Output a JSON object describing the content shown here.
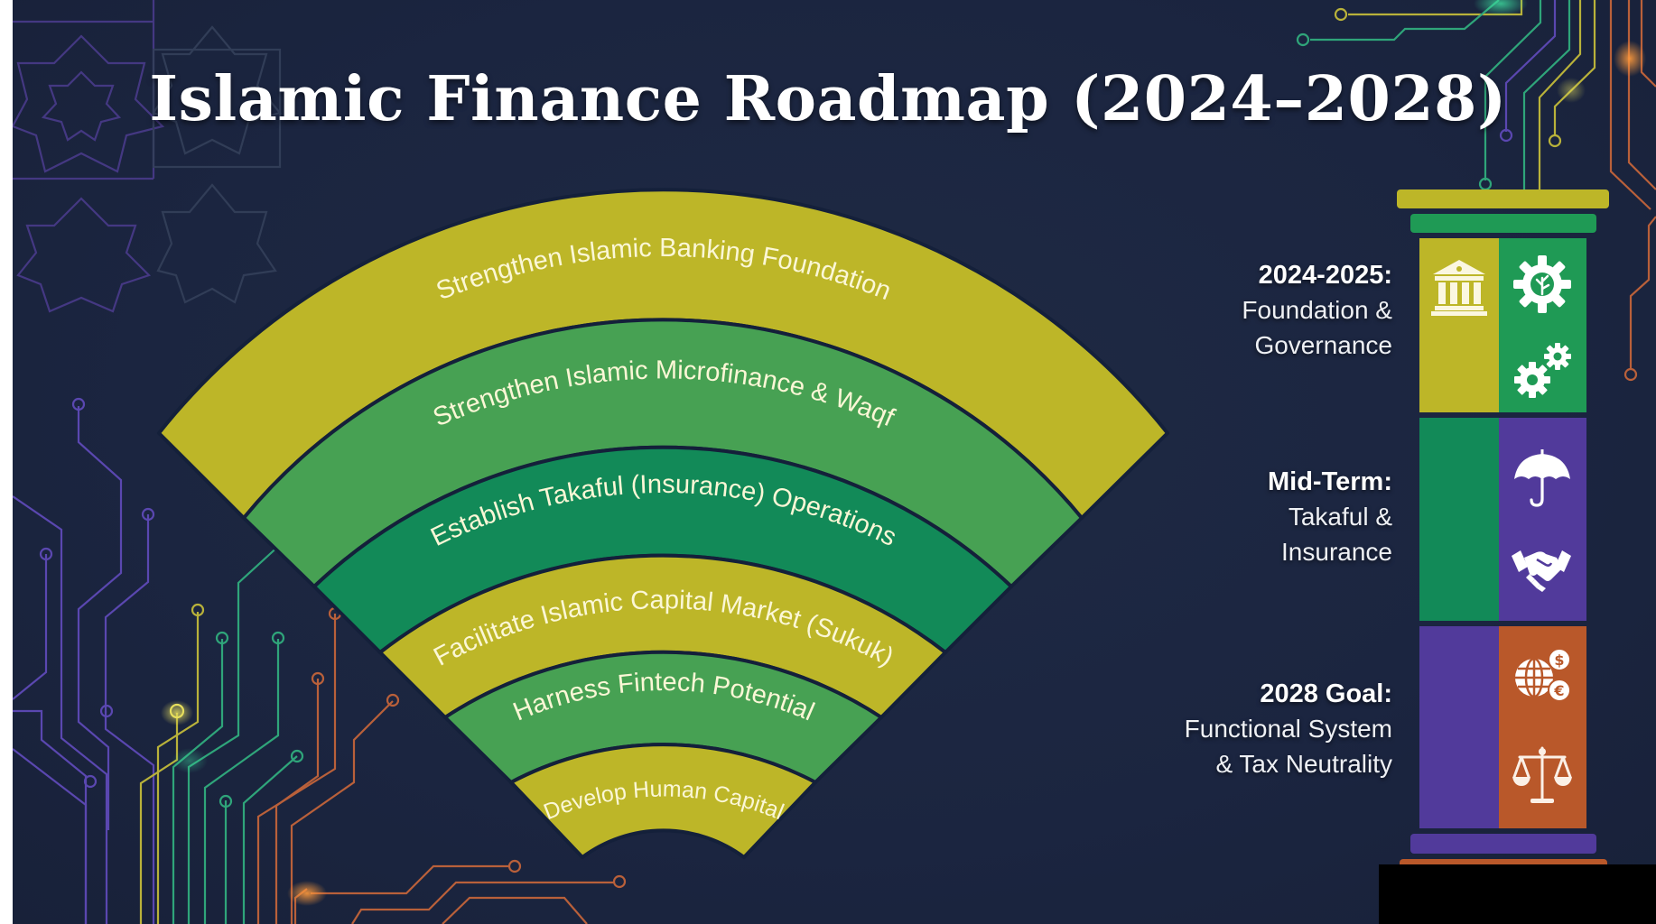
{
  "title": "Islamic Finance Roadmap (2024–2028)",
  "colors": {
    "background": "#1c2641",
    "olive": "#bdb628",
    "light_green": "#47a153",
    "dark_green": "#128a58",
    "purple": "#513a9b",
    "orange": "#b9582a"
  },
  "fan": {
    "bands": [
      {
        "label": "Strengthen Islamic Banking Foundation",
        "color": "olive"
      },
      {
        "label": "Strengthen Islamic Microfinance & Waqf",
        "color": "light_green"
      },
      {
        "label": "Establish Takaful (Insurance) Operations",
        "color": "dark_green"
      },
      {
        "label": "Facilitate Islamic Capital Market (Sukuk)",
        "color": "olive"
      },
      {
        "label": "Harness Fintech Potential",
        "color": "light_green"
      },
      {
        "label": "Develop Human Capital",
        "color": "olive"
      }
    ]
  },
  "pillar": {
    "phases": [
      {
        "heading": "2024-2025:",
        "body_line1": "Foundation &",
        "body_line2": "Governance",
        "left_color": "olive",
        "right_color": "dark_green",
        "icons": [
          "bank-building-icon",
          "gear-growth-icon",
          "gears-icon"
        ]
      },
      {
        "heading": "Mid-Term:",
        "body_line1": "Takaful &",
        "body_line2": "Insurance",
        "left_color": "dark_green",
        "right_color": "purple",
        "icons": [
          "umbrella-icon",
          "handshake-icon"
        ]
      },
      {
        "heading": "2028 Goal:",
        "body_line1": "Functional System",
        "body_line2": "& Tax Neutrality",
        "left_color": "purple",
        "right_color": "orange",
        "icons": [
          "globe-currency-icon",
          "scales-icon"
        ]
      }
    ]
  }
}
